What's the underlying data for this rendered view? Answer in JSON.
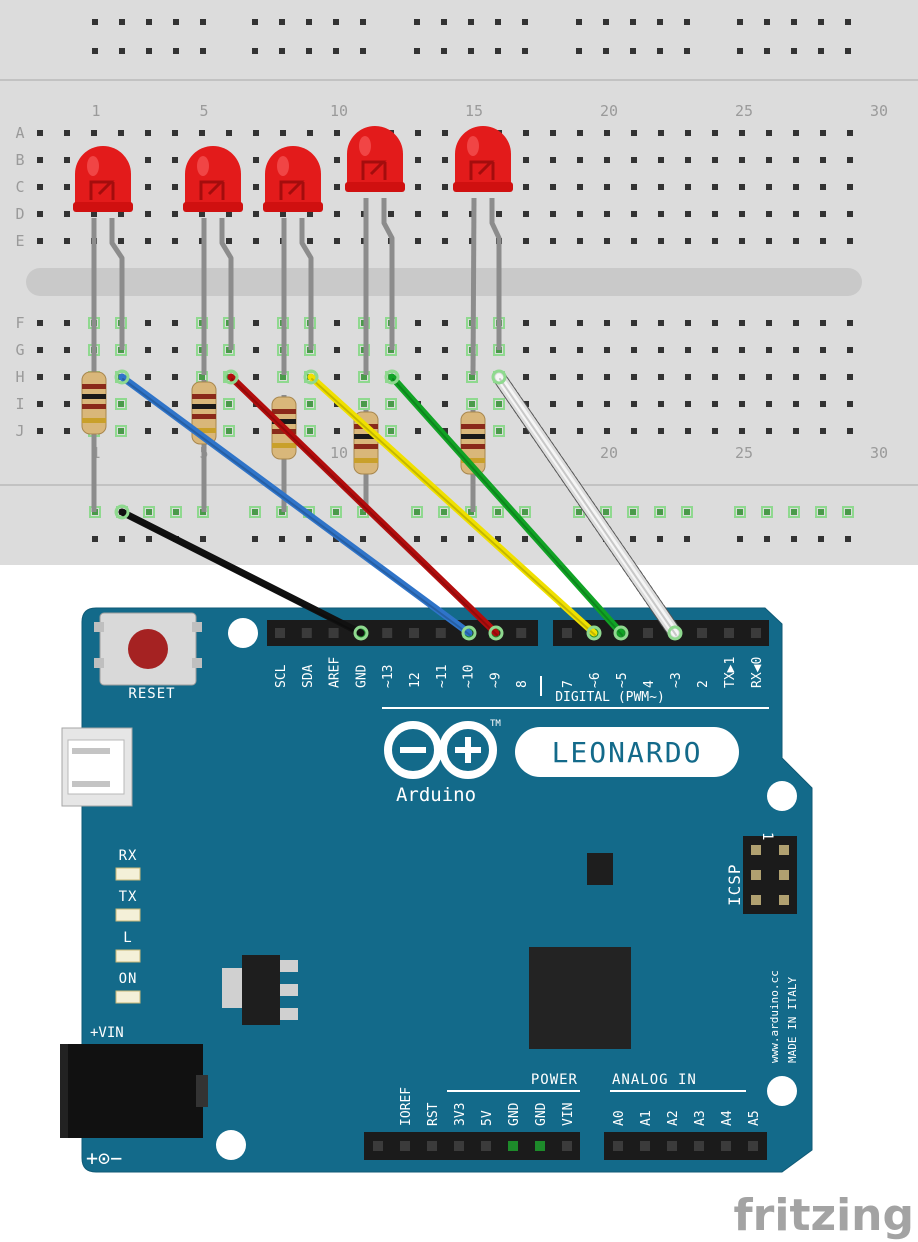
{
  "breadboard": {
    "column_numbers": [
      "1",
      "5",
      "10",
      "15",
      "20",
      "25",
      "30"
    ],
    "row_letters_top": [
      "A",
      "B",
      "C",
      "D",
      "E"
    ],
    "row_letters_bottom": [
      "F",
      "G",
      "H",
      "I",
      "J"
    ]
  },
  "arduino": {
    "reset_label": "RESET",
    "model_label": "LEONARDO",
    "brand_label": "Arduino",
    "tm_label": "TM",
    "digital_header_label": "DIGITAL (PWM~)",
    "digital_pins": [
      "SCL",
      "SDA",
      "AREF",
      "GND",
      "~13",
      "12",
      "~11",
      "~10",
      "~9",
      "8",
      "7",
      "~6",
      "~5",
      "4",
      "~3",
      "2",
      "TX▶1",
      "RX◀0"
    ],
    "leds": [
      "RX",
      "TX",
      "L",
      "ON"
    ],
    "icsp_label": "ICSP",
    "icsp_pin1": "1",
    "vin_label": "+VIN",
    "power_header_label": "POWER",
    "analog_header_label": "ANALOG IN",
    "power_pins": [
      "IOREF",
      "RST",
      "3V3",
      "5V",
      "GND",
      "GND",
      "VIN"
    ],
    "analog_pins": [
      "A0",
      "A1",
      "A2",
      "A3",
      "A4",
      "A5"
    ],
    "site_label": "www.arduino.cc",
    "made_label": "MADE IN ITALY",
    "polarity_label": "+⊙−"
  },
  "colors": {
    "board": "#136a8a",
    "breadboard": "#dcdcdc",
    "led": "#e31b1b",
    "wire_blue": "#2f74c9",
    "wire_red": "#b30d0d",
    "wire_yellow": "#f0e000",
    "wire_green": "#11a325",
    "wire_white": "#f5f5f5",
    "wire_black": "#111111"
  },
  "watermark": "fritzing"
}
